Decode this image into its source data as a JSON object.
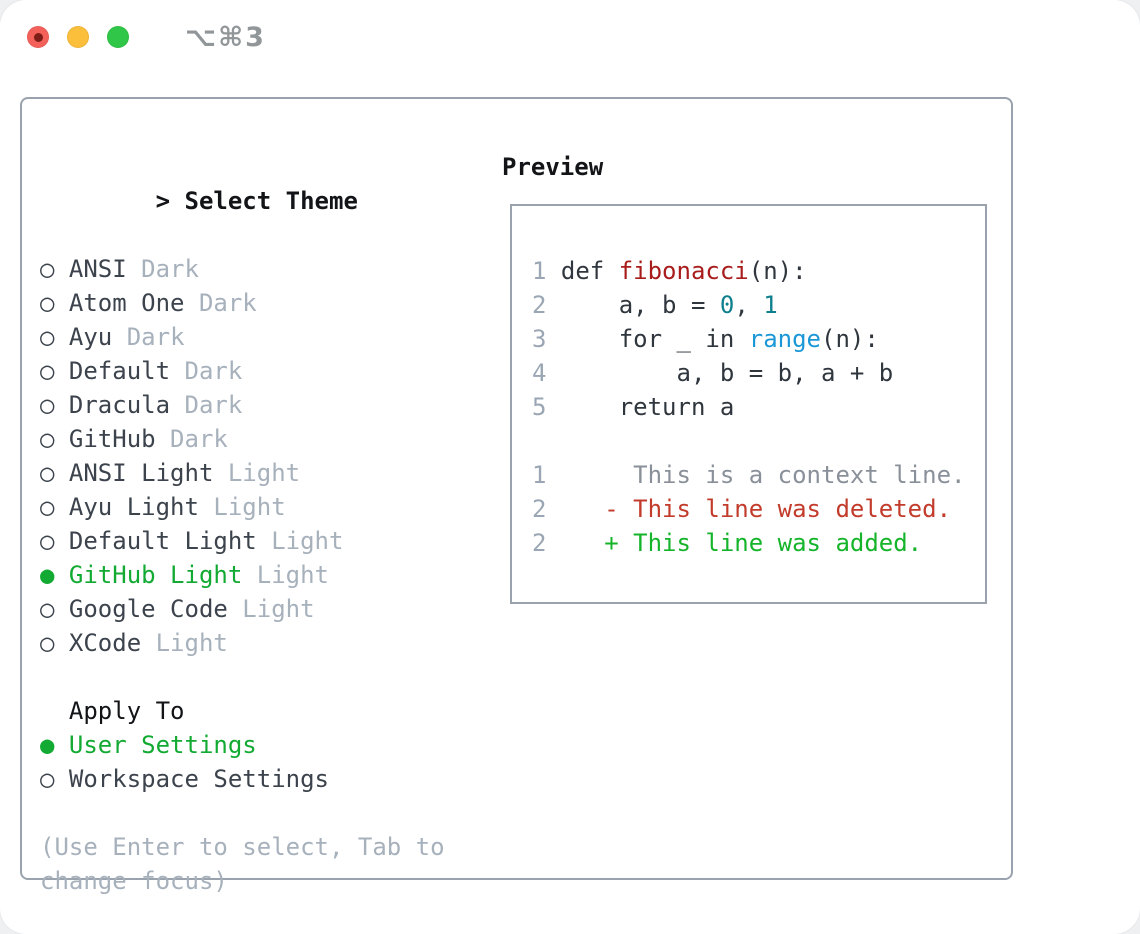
{
  "window": {
    "shortcut_title": "⌥⌘3",
    "traffic_lights": [
      {
        "id": "close",
        "has_dot": true
      },
      {
        "id": "minimize",
        "has_dot": false
      },
      {
        "id": "zoom",
        "has_dot": false
      }
    ]
  },
  "glyphs": {
    "cursor": "> ",
    "radio_selected": "●",
    "radio_unselected": "○"
  },
  "theme_menu": {
    "title": "Select Theme",
    "items": [
      {
        "name": "ANSI",
        "variant": "Dark",
        "selected": false
      },
      {
        "name": "Atom One",
        "variant": "Dark",
        "selected": false
      },
      {
        "name": "Ayu",
        "variant": "Dark",
        "selected": false
      },
      {
        "name": "Default",
        "variant": "Dark",
        "selected": false
      },
      {
        "name": "Dracula",
        "variant": "Dark",
        "selected": false
      },
      {
        "name": "GitHub",
        "variant": "Dark",
        "selected": false
      },
      {
        "name": "ANSI Light",
        "variant": "Light",
        "selected": false
      },
      {
        "name": "Ayu Light",
        "variant": "Light",
        "selected": false
      },
      {
        "name": "Default Light",
        "variant": "Light",
        "selected": false
      },
      {
        "name": "GitHub Light",
        "variant": "Light",
        "selected": true
      },
      {
        "name": "Google Code",
        "variant": "Light",
        "selected": false
      },
      {
        "name": "XCode",
        "variant": "Light",
        "selected": false
      }
    ]
  },
  "apply_to": {
    "title": "Apply To",
    "options": [
      {
        "name": "User Settings",
        "selected": true
      },
      {
        "name": "Workspace Settings",
        "selected": false
      }
    ]
  },
  "hint_lines": [
    "(Use Enter to select, Tab to",
    "change focus)"
  ],
  "preview": {
    "title": "Preview",
    "lines": [
      {
        "segs": [
          [
            "num",
            "1 "
          ],
          [
            "code",
            "def "
          ],
          [
            "func",
            "fibonacci"
          ],
          [
            "code",
            "(n):"
          ]
        ]
      },
      {
        "segs": [
          [
            "num",
            "2 "
          ],
          [
            "code",
            "    a, b = "
          ],
          [
            "lit",
            "0"
          ],
          [
            "code",
            ", "
          ],
          [
            "lit",
            "1"
          ]
        ]
      },
      {
        "segs": [
          [
            "num",
            "3 "
          ],
          [
            "code",
            "    for _ in "
          ],
          [
            "builtin",
            "range"
          ],
          [
            "code",
            "(n):"
          ]
        ]
      },
      {
        "segs": [
          [
            "num",
            "4 "
          ],
          [
            "code",
            "        a, b = b, a + b"
          ]
        ]
      },
      {
        "segs": [
          [
            "num",
            "5 "
          ],
          [
            "code",
            "    return a"
          ]
        ]
      },
      {
        "segs": []
      },
      {
        "segs": [
          [
            "num",
            "1"
          ],
          [
            "ctx",
            "      This is a context line."
          ]
        ]
      },
      {
        "segs": [
          [
            "num",
            "2"
          ],
          [
            "del",
            "    - This line was deleted."
          ]
        ]
      },
      {
        "segs": [
          [
            "num",
            "2"
          ],
          [
            "add",
            "    + This line was added."
          ]
        ]
      }
    ]
  },
  "colors": {
    "accent-green": "#12aa33",
    "text-black": "#121417",
    "text-dark": "#3c434c",
    "text-muted": "#a7b1bc",
    "hint-gray": "#a7b1bc",
    "panel-border": "#9aa3ad",
    "line-number": "#9aa6b3",
    "code-default": "#2f363d",
    "code-func": "#a81c1c",
    "code-literal": "#0d7f8d",
    "code-builtin": "#1b97d6",
    "diff-context": "#8a9099",
    "diff-deleted": "#c23b2b",
    "diff-added": "#15b42a",
    "title-gray": "#919699",
    "tl-red": "#f4615b",
    "tl-red-dot": "#7c1d17",
    "tl-yellow": "#fbbf3c",
    "tl-green": "#30c748"
  }
}
